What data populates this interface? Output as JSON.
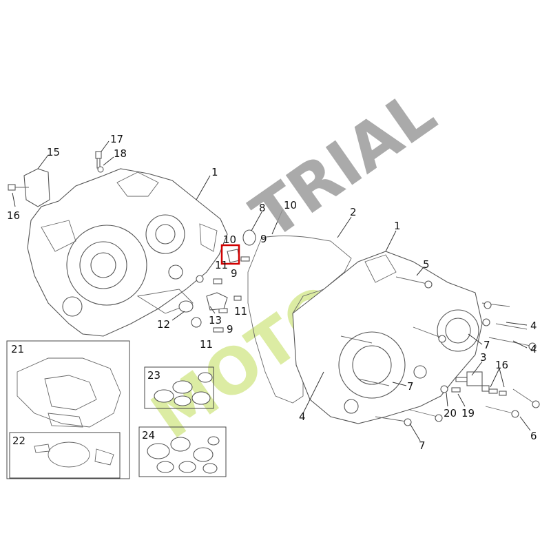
{
  "watermark": {
    "text": "MOTOTRIAL",
    "color_moto": "#d9eb9a",
    "color_trial": "#9c9c9c"
  },
  "highlight_color": "#d00000",
  "callouts": {
    "c1a": "1",
    "c1b": "1",
    "c2": "2",
    "c3": "3",
    "c4a": "4",
    "c4b": "4",
    "c4c": "4",
    "c5": "5",
    "c6": "6",
    "c7a": "7",
    "c7b": "7",
    "c7c": "7",
    "c8": "8",
    "c9a": "9",
    "c9b": "9",
    "c9c": "9",
    "c10a": "10",
    "c10b": "10",
    "c11a": "11",
    "c11b": "11",
    "c11c": "11",
    "c12": "12",
    "c13": "13",
    "c15": "15",
    "c16a": "16",
    "c16b": "16",
    "c17": "17",
    "c18": "18",
    "c19": "19",
    "c20": "20"
  },
  "kits": {
    "k21": "21",
    "k22": "22",
    "k23": "23",
    "k24": "24"
  }
}
